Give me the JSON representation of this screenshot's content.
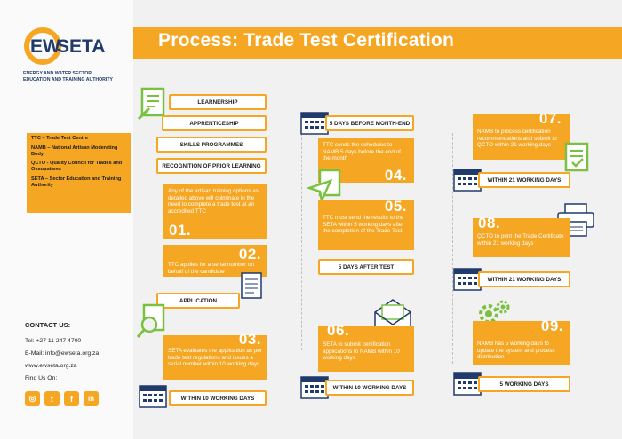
{
  "title": "Process: Trade Test Certification",
  "logo": {
    "ew": "EW",
    "seta": "SETA",
    "subtitle1": "ENERGY AND WATER SECTOR",
    "subtitle2": "EDUCATION AND TRAINING AUTHORITY"
  },
  "legend": [
    "TTC – Trade Test Centre",
    "NAMB – National Artisan Moderating Body",
    "QCTO - Quality Council for Trades and Occupations",
    "SETA – Sector Education and Training Authority"
  ],
  "contact": {
    "heading": "CONTACT US:",
    "tel": "Tel: +27 11 247 4700",
    "email": "E-Mail: info@ewseta.org.za",
    "web": "www.ewseta.org.za",
    "find": "Find Us On:"
  },
  "pathways": [
    "LEARNERSHIP",
    "APPRENTICESHIP",
    "SKILLS PROGRAMMES",
    "RECOGNITION OF PRIOR LEARNING"
  ],
  "steps": {
    "s01": {
      "num": "01.",
      "text": "Any of the artisan training options as detailed above will culminate in the need to complete a trade test at an accredited TTC"
    },
    "s02": {
      "num": "02.",
      "text": "TTC applies for a serial number on behalf of the candidate",
      "label": "APPLICATION"
    },
    "s03": {
      "num": "03.",
      "text": "SETA evaluates the application as per trade test regulations and issues a serial number within 10 working days",
      "label": "WITHIN 10 WORKING DAYS"
    },
    "s04": {
      "num": "04.",
      "text": "TTC sends the schedules to NAMB 5 days before the end of the month",
      "label": "5 DAYS BEFORE MONTH-END"
    },
    "s05": {
      "num": "05.",
      "text": "TTC must send the results to the SETA within 5 working days after the completion of the Trade Test",
      "label": "5 DAYS AFTER TEST"
    },
    "s06": {
      "num": "06.",
      "text": "SETA to submit certification applications to NAMB within 10 working days",
      "label": "WITHIN 10 WORKING DAYS"
    },
    "s07": {
      "num": "07.",
      "text": "NAMB to process certification recommendations and submit to QCTO within 21 working days",
      "label": "WITHIN 21 WORKING DAYS"
    },
    "s08": {
      "num": "08.",
      "text": "QCTO to print the Trade Certificate within 21 working days",
      "label": "WITHIN 21 WORKING DAYS"
    },
    "s09": {
      "num": "09.",
      "text": "NAMB has 5 working days to update the system and process distribution",
      "label": "5 WORKING DAYS"
    }
  },
  "icons": {
    "document": "document-edit-icon",
    "search": "search-document-icon",
    "calendar": "calendar-icon",
    "send": "paper-plane-icon",
    "envelope": "envelope-icon",
    "printer": "printer-icon",
    "gears": "gears-icon",
    "social": [
      "instagram-icon",
      "twitter-icon",
      "facebook-icon",
      "linkedin-icon"
    ]
  },
  "colors": {
    "accent": "#f5a623",
    "navy": "#1f3a6b",
    "green": "#7ac142",
    "background": "#f1f1f1"
  }
}
